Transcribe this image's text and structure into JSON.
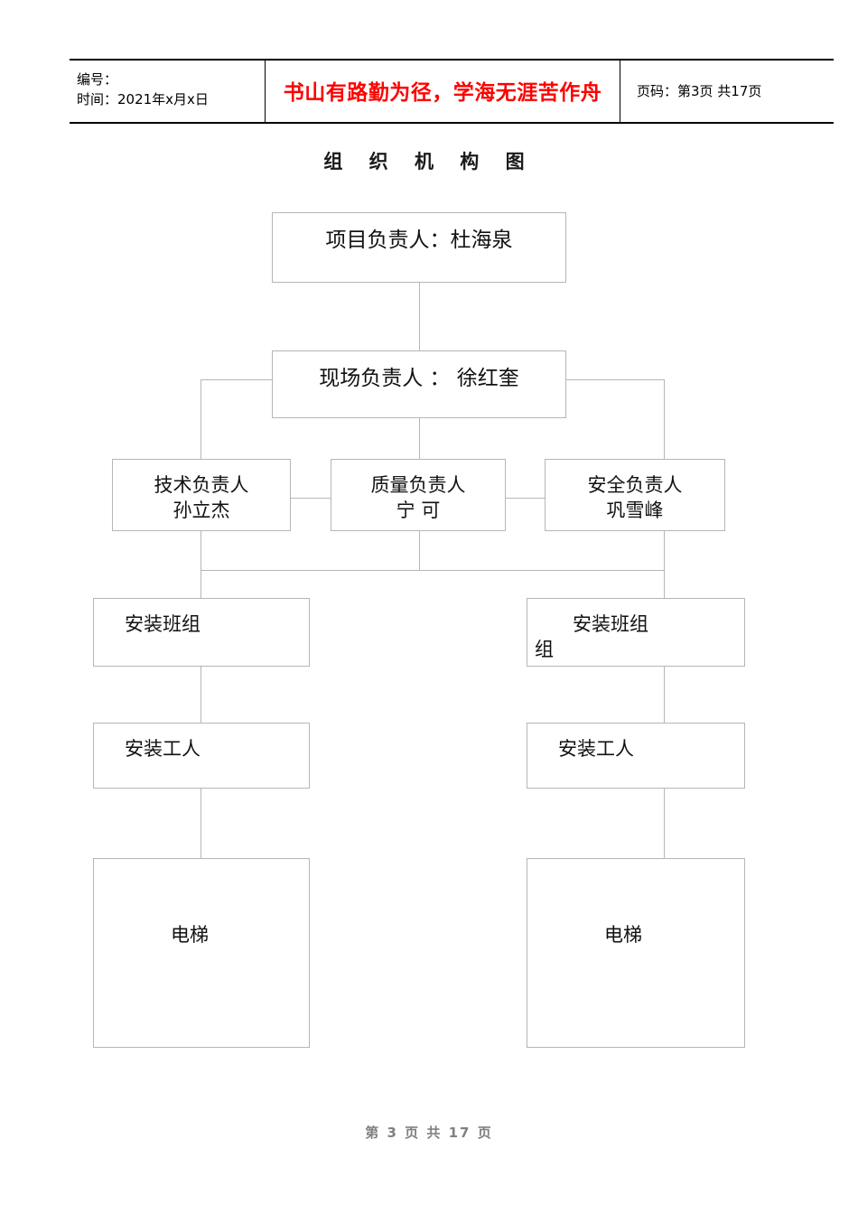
{
  "header": {
    "meta_label_code": "编号：",
    "meta_label_time": "时间：2021年x月x日",
    "slogan": "书山有路勤为径，学海无涯苦作舟",
    "page_info": "页码：第3页 共17页"
  },
  "chart_title": "组 织 机 构 图",
  "footer": {
    "page_info": "第 3 页 共 17 页"
  },
  "chart_data": {
    "type": "diagram",
    "title": "组 织 机 构 图",
    "nodes": [
      {
        "id": "project-leader",
        "label": "项目负责人：杜海泉"
      },
      {
        "id": "site-leader",
        "label": "现场负责人 ： 徐红奎"
      },
      {
        "id": "tech-leader",
        "label": "技术负责人\n孙立杰"
      },
      {
        "id": "quality-leader",
        "label": "质量负责人\n宁  可"
      },
      {
        "id": "safety-leader",
        "label": "安全负责人\n巩雪峰"
      },
      {
        "id": "team-left",
        "label": "安装班组"
      },
      {
        "id": "team-right-ln1",
        "label": "安装班组"
      },
      {
        "id": "team-right-ln2",
        "label": "组"
      },
      {
        "id": "worker-left",
        "label": "安装工人"
      },
      {
        "id": "worker-right",
        "label": "安装工人"
      },
      {
        "id": "elevator-left",
        "label": "电梯"
      },
      {
        "id": "elevator-right",
        "label": "电梯"
      }
    ],
    "edges": [
      {
        "from": "project-leader",
        "to": "site-leader"
      },
      {
        "from": "site-leader",
        "to": "tech-leader"
      },
      {
        "from": "site-leader",
        "to": "quality-leader"
      },
      {
        "from": "site-leader",
        "to": "safety-leader"
      },
      {
        "from": "tech-leader",
        "to": "quality-leader"
      },
      {
        "from": "quality-leader",
        "to": "safety-leader"
      },
      {
        "from": "tech-leader",
        "to": "team-left"
      },
      {
        "from": "safety-leader",
        "to": "team-right-ln1"
      },
      {
        "from": "team-left",
        "to": "team-right-ln1"
      },
      {
        "from": "team-left",
        "to": "worker-left"
      },
      {
        "from": "team-right-ln1",
        "to": "worker-right"
      },
      {
        "from": "worker-left",
        "to": "elevator-left"
      },
      {
        "from": "worker-right",
        "to": "elevator-right"
      }
    ]
  },
  "colors": {
    "slogan": "#ff0000",
    "box_border": "#b6b6b6",
    "footer_text": "#808080",
    "header_rule": "#000000"
  }
}
